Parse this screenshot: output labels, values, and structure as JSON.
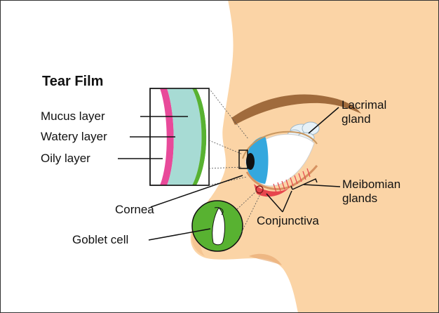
{
  "title": "Tear Film",
  "labels": {
    "mucus_layer": "Mucus layer",
    "watery_layer": "Watery layer",
    "oily_layer": "Oily layer",
    "cornea": "Cornea",
    "goblet_cell": "Goblet cell",
    "lacrimal_gland": "Lacrimal\ngland",
    "meibomian_glands": "Meibomian\nglands",
    "conjunctiva": "Conjunctiva"
  },
  "colors": {
    "skin": "#fbd4a6",
    "skin_shadow": "#f2bf8c",
    "eyebrow": "#a06b3c",
    "mucus": "#58b231",
    "watery": "#a7dbd4",
    "oily": "#e84a9a",
    "iris": "#34a8de",
    "pupil": "#111111",
    "conjunctiva": "#e7464d",
    "gland": "#e7f1f7"
  }
}
